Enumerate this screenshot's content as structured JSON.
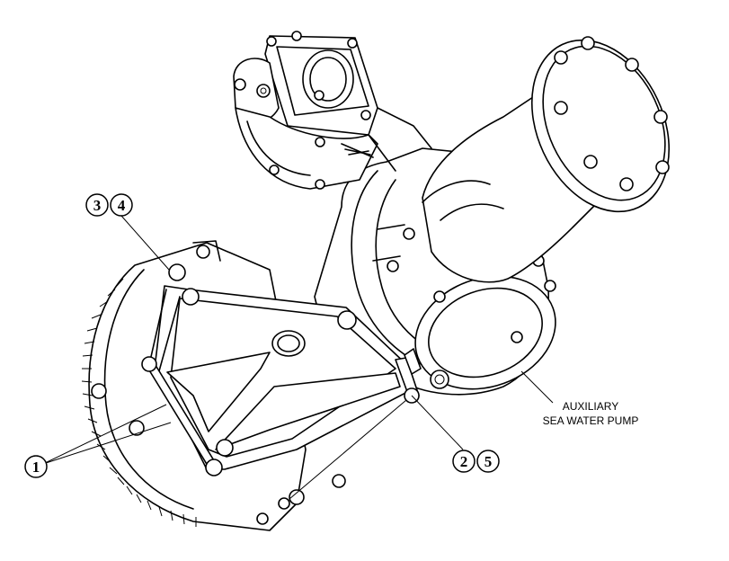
{
  "callouts": [
    {
      "id": "c1",
      "label": "1"
    },
    {
      "id": "c2",
      "label": "2"
    },
    {
      "id": "c3",
      "label": "3"
    },
    {
      "id": "c4",
      "label": "4"
    },
    {
      "id": "c5",
      "label": "5"
    }
  ],
  "pump_label": {
    "line1": "AUXILIARY",
    "line2": "SEA WATER PUMP"
  },
  "colors": {
    "line": "#000000",
    "background": "#ffffff"
  }
}
